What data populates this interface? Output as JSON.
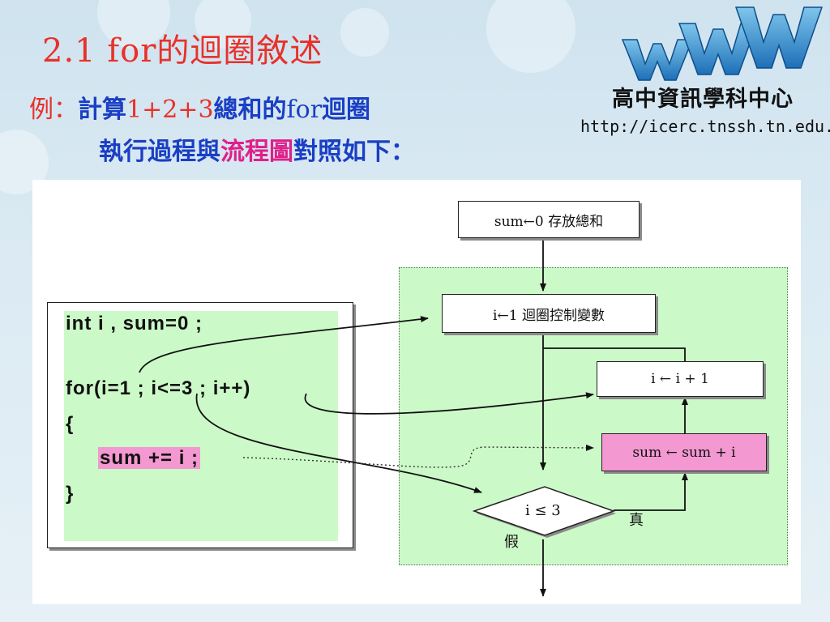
{
  "slide": {
    "title": "2.1 for的迴圈敘述",
    "example_prefix": "例：",
    "example_text_a": "計算",
    "example_expr": "1+2+3",
    "example_text_b": "總和的",
    "example_for": "for",
    "example_text_c": "迴圈",
    "line2_a": "執行過程與",
    "line2_flow": "流程圖",
    "line2_b": "對照如下："
  },
  "logo": {
    "name": "高中資訊學科中心",
    "url": "http://icerc.tnssh.tn.edu.tw",
    "graphic": "www-icon"
  },
  "code": {
    "lines": [
      "int i , sum=0 ;",
      "for(i=1 ; i<=3 ; i++)",
      "{",
      "sum += i ;",
      "}"
    ]
  },
  "flowchart": {
    "init_sum": "sum←0 存放總和",
    "init_i": "i←1 迴圈控制變數",
    "increment": "i ← i + 1",
    "accumulate": "sum ← sum + i",
    "condition": "i ≤ 3",
    "true_label": "真",
    "false_label": "假"
  },
  "colors": {
    "title_red": "#e8312a",
    "text_blue": "#1a3fc4",
    "flow_magenta": "#e0208a",
    "green_bg": "#ccf9c8",
    "pink_highlight": "#f398d1"
  }
}
